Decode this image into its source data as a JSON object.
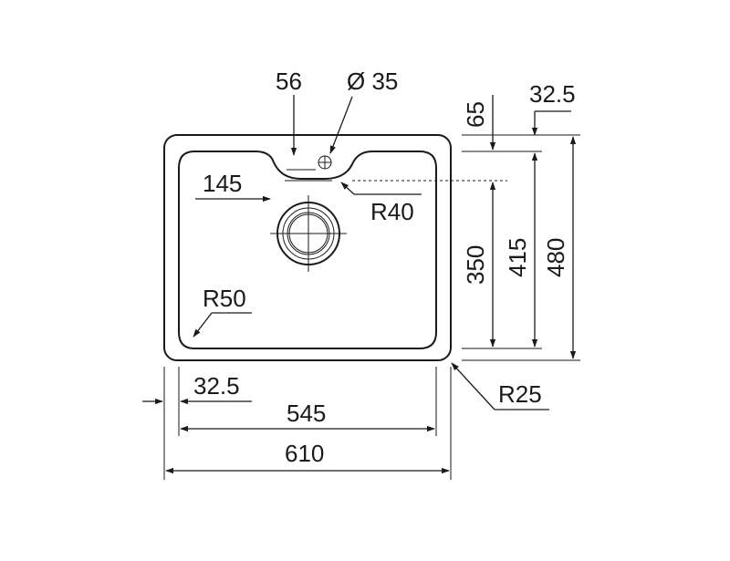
{
  "diagram": {
    "stroke_color": "#1a1a1a",
    "background": "#ffffff",
    "dimensions": {
      "tap_hole_offset": "56",
      "tap_hole_diameter": "Ø 35",
      "drain_offset": "145",
      "radius_notch": "R40",
      "radius_inner": "R50",
      "radius_outer": "R25",
      "rim_top": "65",
      "rim_side_top": "32.5",
      "bowl_depth": "350",
      "inner_height": "415",
      "outer_height": "480",
      "rim_side_left": "32.5",
      "inner_width": "545",
      "outer_width": "610"
    }
  }
}
